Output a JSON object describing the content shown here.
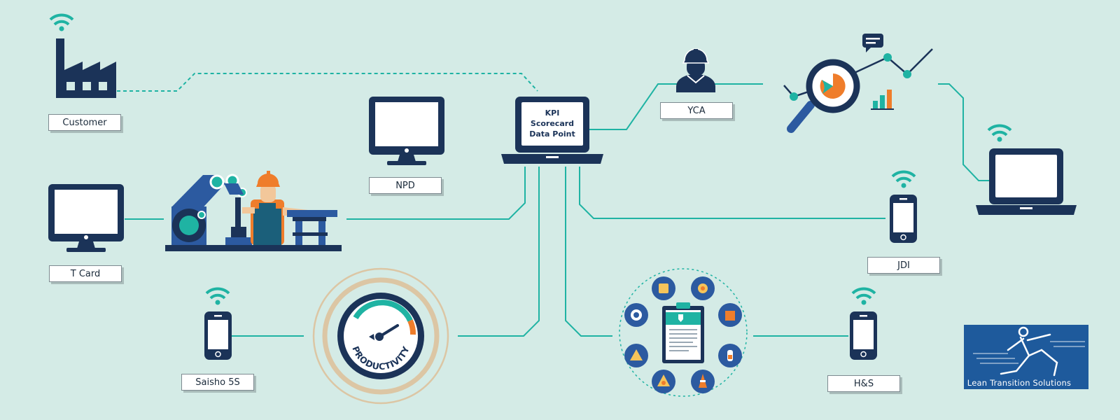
{
  "labels": {
    "customer": "Customer",
    "t_card": "T Card",
    "npd": "NPD",
    "yca": "YCA",
    "jdi": "JDI",
    "saisho": "Saisho 5S",
    "hs": "H&S"
  },
  "kpi": {
    "line1": "KPI",
    "line2": "Scorecard",
    "line3": "Data Point"
  },
  "gauge_text": "PRODUCTIVITY",
  "logo_text": "Lean Transition Solutions",
  "colors": {
    "background": "#d4ebe6",
    "navy": "#1b3358",
    "teal": "#1fb3a3",
    "orange": "#ef7d2b",
    "logo_blue": "#1e5a9c",
    "gauge_ring": "#dcc6a4"
  },
  "icons": [
    "factory-icon",
    "wifi-icon",
    "monitor-icon",
    "robot-arm-icon",
    "worker-icon",
    "laptop-icon",
    "helmet-worker-icon",
    "magnifier-chart-icon",
    "phone-icon",
    "gauge-icon",
    "clipboard-icon",
    "safety-icons-ring",
    "lean-logo"
  ]
}
